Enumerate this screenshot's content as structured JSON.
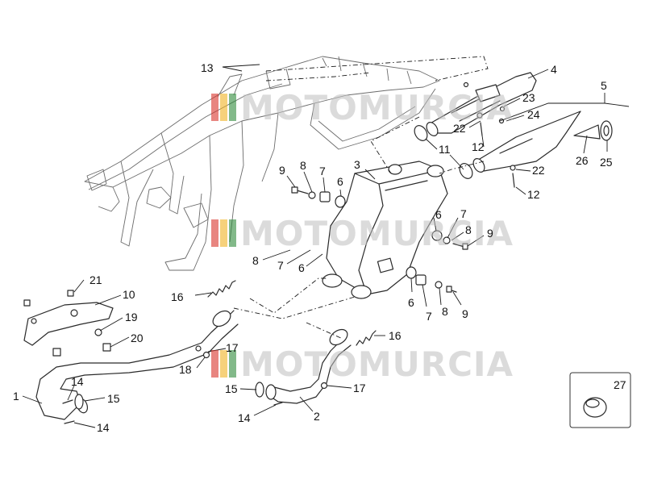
{
  "watermark": {
    "text": "MOTOMURCIA",
    "stripe_colors": [
      "#d9342b",
      "#f0b323",
      "#2e8b3a"
    ]
  },
  "callouts": {
    "c1": "1",
    "c2": "2",
    "c3": "3",
    "c4": "4",
    "c5": "5",
    "c6a": "6",
    "c6b": "6",
    "c6c": "6",
    "c6d": "6",
    "c7a": "7",
    "c7b": "7",
    "c7c": "7",
    "c7d": "7",
    "c8a": "8",
    "c8b": "8",
    "c8c": "8",
    "c8d": "8",
    "c9a": "9",
    "c9b": "9",
    "c9c": "9",
    "c10": "10",
    "c11": "11",
    "c12a": "12",
    "c12b": "12",
    "c13": "13",
    "c14a": "14",
    "c14b": "14",
    "c14c": "14",
    "c15a": "15",
    "c15b": "15",
    "c16a": "16",
    "c16b": "16",
    "c17a": "17",
    "c17b": "17",
    "c18": "18",
    "c19": "19",
    "c20": "20",
    "c21": "21",
    "c22a": "22",
    "c22b": "22",
    "c23": "23",
    "c24": "24",
    "c25": "25",
    "c26": "26",
    "c27": "27"
  }
}
